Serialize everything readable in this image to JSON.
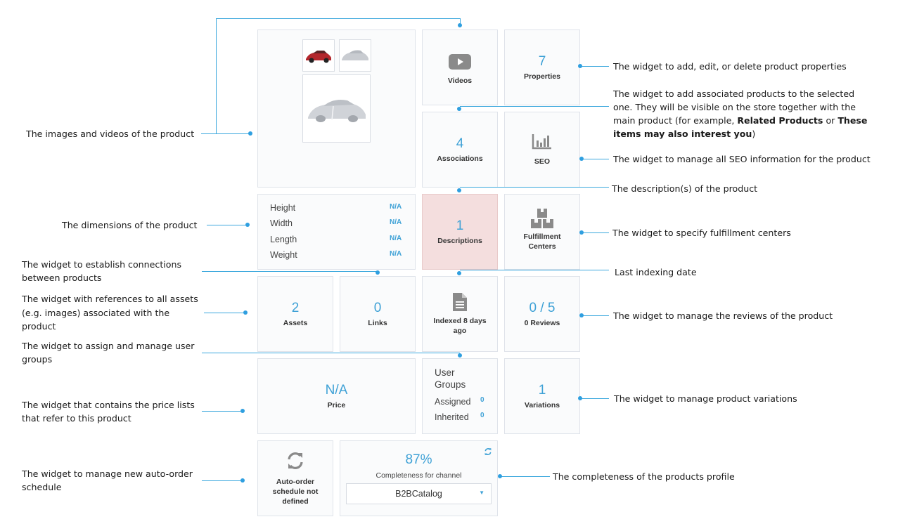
{
  "annotations": {
    "images": "The images and videos of the product",
    "dimensions": "The dimensions of the product",
    "links_l1": "The widget to establish connections",
    "links_l2": "between products",
    "assets_l1": "The widget with references to all assets",
    "assets_l2": "(e.g. images) associated with the",
    "assets_l3": "product",
    "groups_l1": "The widget to assign and manage user",
    "groups_l2": "groups",
    "price_l1": "The widget that contains the price lists",
    "price_l2": "that refer to this product",
    "autoorder_l1": "The widget to manage new auto-order",
    "autoorder_l2": "schedule",
    "properties": "The widget to add, edit, or delete product properties",
    "assoc_l1": "The widget to add associated products to the selected",
    "assoc_l2": "one. They will be visible on the store together with the",
    "assoc_l3a": "main product (for example, ",
    "assoc_l3b": "Related Products",
    "assoc_l3c": " or ",
    "assoc_l3d": "These",
    "assoc_l4a": "items may also interest you",
    "assoc_l4b": ")",
    "seo": "The widget to manage all SEO information for the product",
    "description": "The description(s) of the product",
    "fulfillment": "The widget to specify fulfillment centers",
    "indexing": "Last indexing date",
    "reviews": "The widget to manage the reviews of the product",
    "variations": "The widget to manage product variations",
    "completeness": "The completeness of the products profile"
  },
  "widgets": {
    "videos": {
      "label": "Videos",
      "icon": "play-icon"
    },
    "properties": {
      "value": "7",
      "label": "Properties"
    },
    "associations": {
      "value": "4",
      "label": "Associations"
    },
    "seo": {
      "label": "SEO",
      "icon": "bar-chart-icon"
    },
    "dimensions": {
      "height_label": "Height",
      "height_value": "N/A",
      "width_label": "Width",
      "width_value": "N/A",
      "length_label": "Length",
      "length_value": "N/A",
      "weight_label": "Weight",
      "weight_value": "N/A"
    },
    "descriptions": {
      "value": "1",
      "label": "Descriptions"
    },
    "fulfillment": {
      "label_l1": "Fulfillment",
      "label_l2": "Centers",
      "icon": "boxes-icon"
    },
    "assets": {
      "value": "2",
      "label": "Assets"
    },
    "links": {
      "value": "0",
      "label": "Links"
    },
    "indexed": {
      "label_l1": "Indexed 8 days",
      "label_l2": "ago",
      "icon": "document-icon"
    },
    "reviews": {
      "value": "0 / 5",
      "label": "0 Reviews"
    },
    "price": {
      "value": "N/A",
      "label": "Price"
    },
    "user_groups": {
      "title_l1": "User",
      "title_l2": "Groups",
      "assigned_label": "Assigned",
      "assigned_value": "0",
      "inherited_label": "Inherited",
      "inherited_value": "0"
    },
    "variations": {
      "value": "1",
      "label": "Variations"
    },
    "autoorder": {
      "label_l1": "Auto-order",
      "label_l2": "schedule not",
      "label_l3": "defined",
      "icon": "refresh-icon"
    },
    "completeness": {
      "value": "87%",
      "label": "Completeness for channel",
      "channel": "B2BCatalog",
      "icon": "refresh-icon"
    }
  },
  "colors": {
    "accent": "#3ea1d6",
    "line": "#3aa7dd",
    "highlight": "#f4dede"
  }
}
